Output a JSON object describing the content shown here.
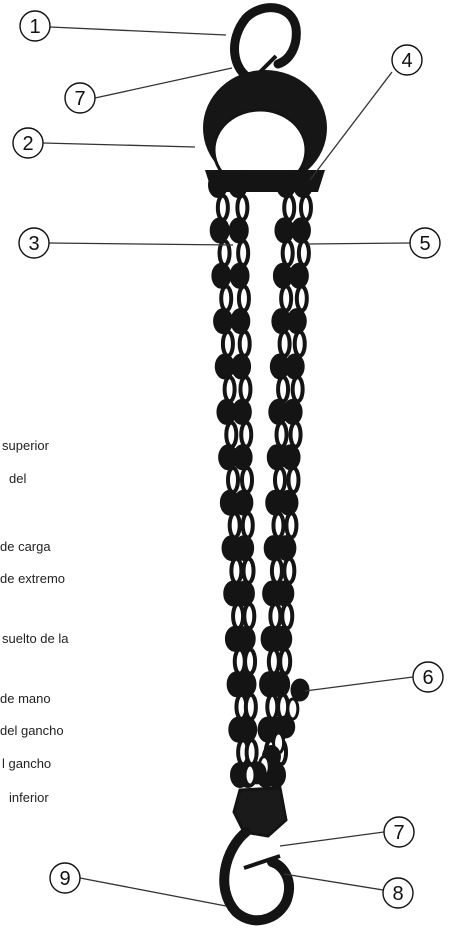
{
  "callouts": [
    {
      "number": "1",
      "target": "top hook"
    },
    {
      "number": "7",
      "target": "top hook latch"
    },
    {
      "number": "2",
      "target": "hoist body"
    },
    {
      "number": "4",
      "target": "frame"
    },
    {
      "number": "3",
      "target": "load chain"
    },
    {
      "number": "5",
      "target": "hand chain"
    },
    {
      "number": "6",
      "target": "hand chain loop"
    },
    {
      "number": "7",
      "target": "bottom hook latch"
    },
    {
      "number": "8",
      "target": "bottom hook"
    },
    {
      "number": "9",
      "target": "bottom hook body"
    }
  ],
  "legend_fragments": [
    "superior",
    "del",
    "de carga",
    "de extremo",
    "suelto de la",
    "de mano",
    "del gancho",
    "l gancho",
    "inferior"
  ],
  "colors": {
    "ink": "#141414",
    "line": "#333333",
    "background": "#ffffff"
  }
}
